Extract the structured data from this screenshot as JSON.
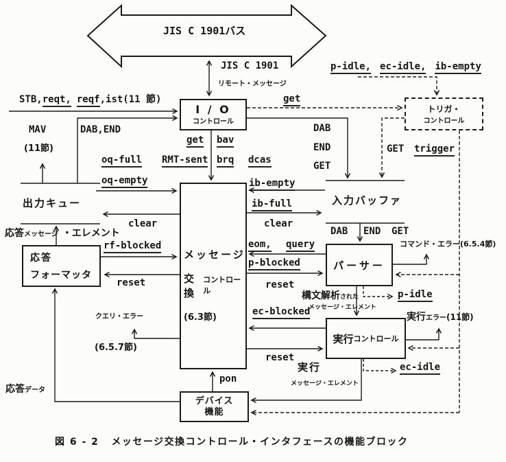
{
  "bus": {
    "label": "JIS C 1901バス",
    "link": "JIS C 1901",
    "remote_message": "リモート・メッセージ"
  },
  "boxes": {
    "io": {
      "title": "I / O",
      "subtitle": "コントロール"
    },
    "trigger": {
      "title": "トリガ・",
      "subtitle": "コントロール"
    },
    "mec": {
      "line1": "メッセージ",
      "line2a": "交換",
      "line2b": "コントロール",
      "line3": "(6.3節)"
    },
    "formatter": {
      "line1": "応答",
      "line2": "フォーマッタ"
    },
    "parser": {
      "title": "パーサー"
    },
    "executor": {
      "line1": "実行",
      "line2": "コントロール"
    },
    "device": {
      "line1": "デバイス",
      "line2": "機能"
    },
    "output_queue": {
      "label": "出力キュー"
    },
    "input_buffer": {
      "label": "入力バッファ"
    }
  },
  "signals": {
    "stb": "STB,",
    "reqt": "reqt,",
    "reqf": "reqf",
    "ist": ",ist(11 節)",
    "mav": "MAV",
    "sec11": "(11節)",
    "dab_end": "DAB,END",
    "get_lc": "get",
    "bav": "bav",
    "rmt_sent": "RMT-sent",
    "brq": "brq",
    "dcas": "dcas",
    "oq_full": "oq-full",
    "oq_empty": "oq-empty",
    "dab": "DAB",
    "end": "END",
    "get": "GET",
    "p_idle_c": "p-idle,",
    "ec_idle_c": "ec-idle,",
    "ib_empty": "ib-empty",
    "trigger": "trigger",
    "ib_full": "ib-full",
    "clear": "clear",
    "reset": "reset",
    "pon": "pon",
    "resp_msg_a": "応答",
    "resp_msg_b": "メッセージ",
    "resp_msg_c": "・エレメント",
    "rf_blocked": "rf-blocked",
    "query_error": "クエリ・エラー",
    "sec657": "(6.5.7節)",
    "resp_data_a": "応答",
    "resp_data_b": "データ",
    "cmd_error": "コマンド・エラー(6.5.4節)",
    "eom": "eom,",
    "query": "query",
    "p_blocked": "p-blocked",
    "parsed_a": "構文解析",
    "parsed_b": "された",
    "msg_element": "メッセージ・エレメント",
    "p_idle": "p-idle",
    "ec_idle": "ec-idle",
    "ec_blocked": "ec-blocked",
    "exec_err_a": "実行",
    "exec_err_b": "エラー",
    "exec_err_c": "(11節)",
    "exec": "実行"
  },
  "caption": {
    "number": "図 6 - 2",
    "title": "メッセージ交換コントロール・インタフェースの機能ブロック"
  }
}
